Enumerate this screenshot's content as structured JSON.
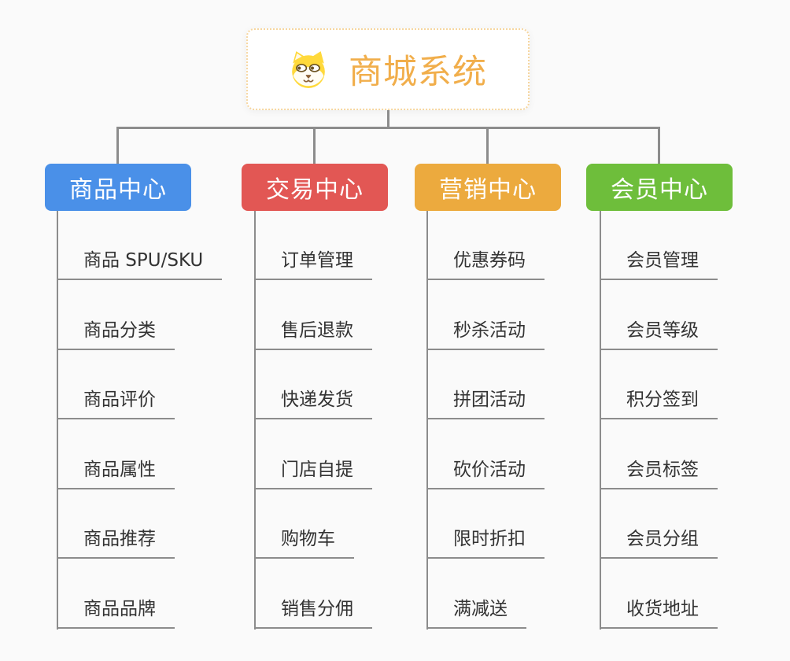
{
  "root": {
    "title": "商城系统",
    "icon": "dog-face-icon"
  },
  "colors": {
    "background": "#fafafa",
    "root_text": "#f1ae4b",
    "root_border": "#f6d6a0",
    "connector": "#8c8c8c",
    "child_text": "#333333",
    "branch_product": "#4a90e8",
    "branch_trade": "#e25754",
    "branch_marketing": "#ecaa3e",
    "branch_member": "#6ebe3b"
  },
  "branches": [
    {
      "label": "商品中心",
      "color": "#4a90e8",
      "children": [
        "商品 SPU/SKU",
        "商品分类",
        "商品评价",
        "商品属性",
        "商品推荐",
        "商品品牌"
      ]
    },
    {
      "label": "交易中心",
      "color": "#e25754",
      "children": [
        "订单管理",
        "售后退款",
        "快递发货",
        "门店自提",
        "购物车",
        "销售分佣"
      ]
    },
    {
      "label": "营销中心",
      "color": "#ecaa3e",
      "children": [
        "优惠券码",
        "秒杀活动",
        "拼团活动",
        "砍价活动",
        "限时折扣",
        "满减送"
      ]
    },
    {
      "label": "会员中心",
      "color": "#6ebe3b",
      "children": [
        "会员管理",
        "会员等级",
        "积分签到",
        "会员标签",
        "会员分组",
        "收货地址"
      ]
    }
  ]
}
